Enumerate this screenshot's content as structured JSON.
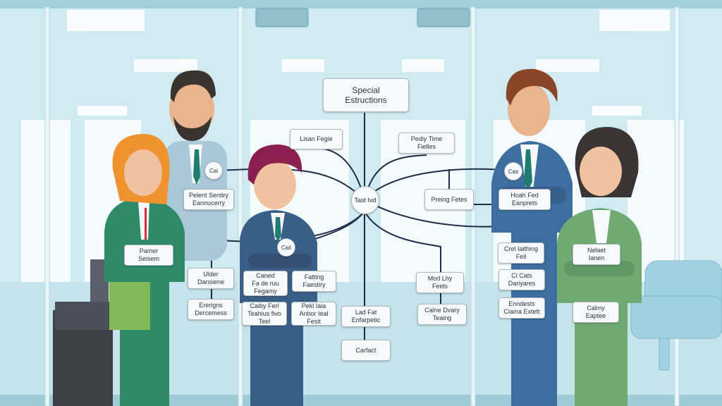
{
  "colors": {
    "wall": "#d7eff3",
    "glass_frame": "#e8f4f7",
    "connector": "#1f2c4a",
    "node_fill": "#f7f9fa",
    "node_border": "#aab9c2",
    "green_suit": "#2f8a68",
    "navy_suit": "#3a5f86",
    "blue_suit": "#3d6ea0",
    "light_green_suit": "#6faa72"
  },
  "diagram": {
    "title": "Special\nEstructions",
    "center": "Tast Ivd",
    "nodes": [
      "Lisan Fegie",
      "Pediy Time\nFielles",
      "Cai",
      "Pelent Sentiry\nEannucerry",
      "Preing Fetes",
      "Cas",
      "Hoah Fed\nEanprets",
      "Cait",
      "Pamer\nSeisem",
      "Caned\nFa de ruu\nFegamy",
      "Fatting\nFaestiry",
      "Ulder\nDansiene",
      "Mod Lhy\nFeels",
      "Crel Iaithing\nFeil",
      "Nelaet\nIanen",
      "Ci Cats\nDariyares",
      "Caiby Ferl\nTeahius fivo\nTeel",
      "Pekl Iaia\nAnbor Ieal\nFesit",
      "Ererigns\nDercemess",
      "Lad Fat\nEnfarpetic",
      "Calne Dvary\nTeaing",
      "Enndests\nCiaina Extett",
      "Calmy\nEaptee",
      "Carfact"
    ]
  },
  "scene": {
    "people": [
      "man-bearded-light-suit",
      "woman-redhead-green-suit",
      "person-purple-hair-navy-suit",
      "man-brown-hair-blue-suit",
      "woman-dark-hair-green-suit"
    ],
    "icons": [
      "ceiling-projector-icon",
      "podium-icon",
      "folder-icon",
      "armchair-icon"
    ]
  }
}
